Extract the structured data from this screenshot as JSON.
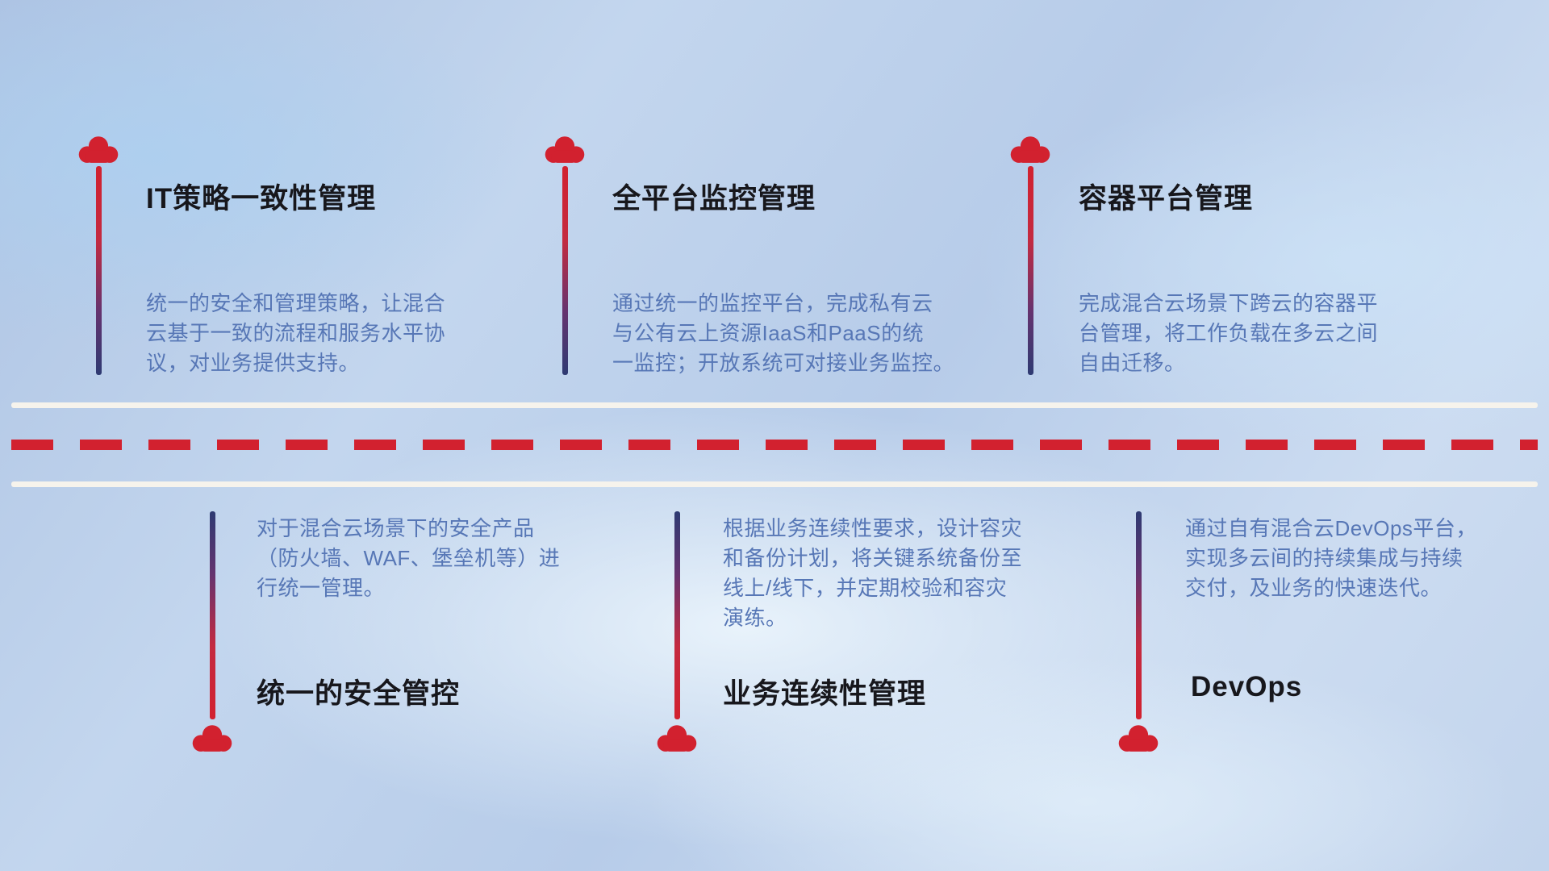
{
  "diagram_title": "hybrid-cloud-capabilities-timeline",
  "top_items": [
    {
      "title": "IT策略一致性管理",
      "desc": "统一的安全和管理策略，让混合\n云基于一致的流程和服务水平协\n议，对业务提供支持。"
    },
    {
      "title": "全平台监控管理",
      "desc": "通过统一的监控平台，完成私有云\n与公有云上资源IaaS和PaaS的统\n一监控；开放系统可对接业务监控。"
    },
    {
      "title": "容器平台管理",
      "desc": "完成混合云场景下跨云的容器平\n台管理，将工作负载在多云之间\n自由迁移。"
    }
  ],
  "bottom_items": [
    {
      "title": "统一的安全管控",
      "desc": "对于混合云场景下的安全产品\n（防火墙、WAF、堡垒机等）进\n行统一管理。"
    },
    {
      "title": "业务连续性管理",
      "desc": "根据业务连续性要求，设计容灾\n和备份计划，将关键系统备份至\n线上/线下，并定期校验和容灾\n演练。"
    },
    {
      "title": "DevOps",
      "desc": "通过自有混合云DevOps平台，\n实现多云间的持续集成与持续\n交付，及业务的快速迭代。"
    }
  ],
  "colors": {
    "accent_red": "#d2212f",
    "accent_navy": "#2e3a72",
    "desc_blue": "#5777b6",
    "title_dark": "#17171c",
    "road_white": "#f6f3ec"
  }
}
